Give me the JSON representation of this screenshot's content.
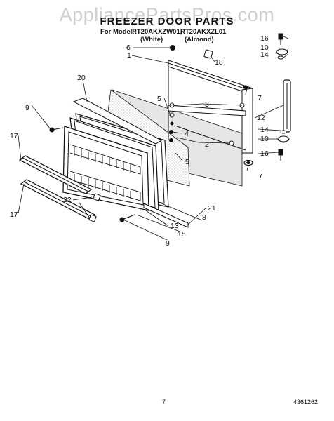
{
  "watermark": "AppliancePartsPros.com",
  "title": "FREEZER DOOR PARTS",
  "model_prefix": "For Model:",
  "models": [
    "RT20AKXZW01,",
    "RT20AKXZL01"
  ],
  "colors": [
    "(White)",
    "(Almond)"
  ],
  "callouts": [
    "1",
    "2",
    "3",
    "4",
    "5",
    "5",
    "6",
    "7",
    "7",
    "8",
    "9",
    "9",
    "10",
    "10",
    "12",
    "13",
    "14",
    "14",
    "15",
    "16",
    "16",
    "17",
    "17",
    "18",
    "20",
    "21",
    "22"
  ],
  "page_number": "7",
  "doc_number": "4361262",
  "style": {
    "ink": "#111111",
    "stipple": "#9a9a9a",
    "watermark": "#cfcfcf"
  }
}
